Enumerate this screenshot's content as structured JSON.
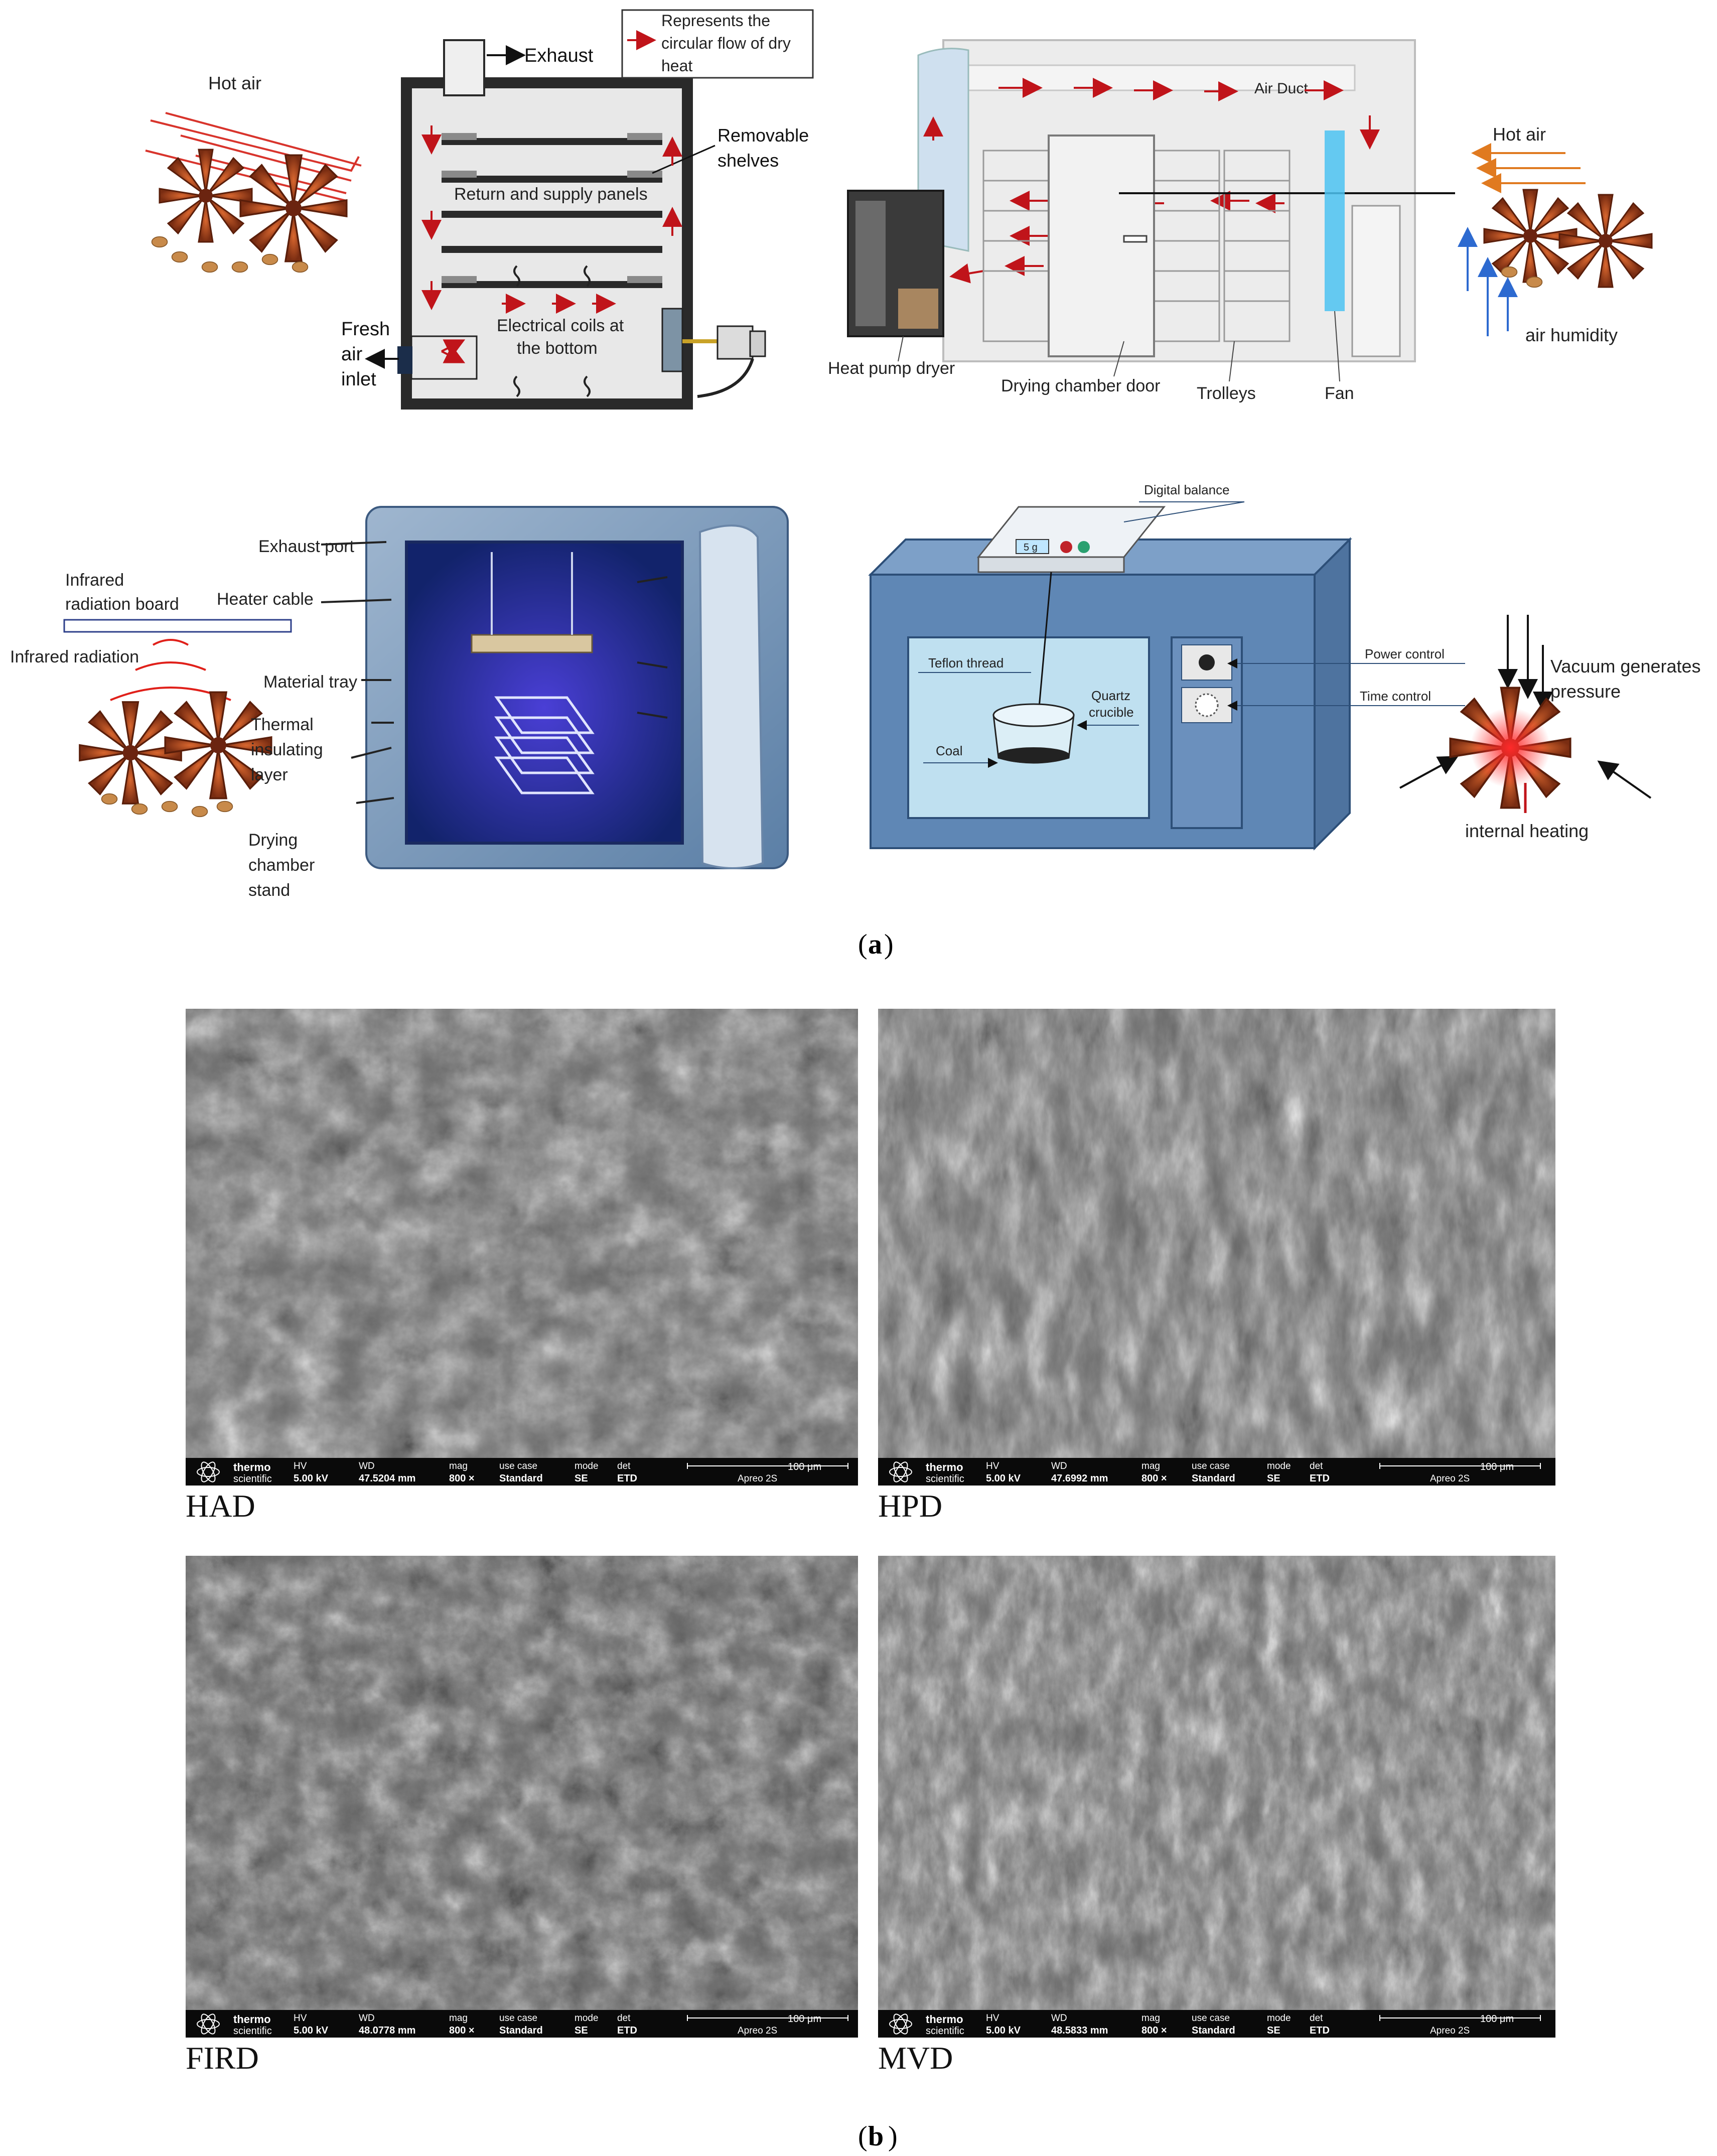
{
  "panel_a": {
    "caption_letter": "a",
    "had_diagram": {
      "labels": {
        "hot_air": "Hot air",
        "exhaust": "Exhaust",
        "legend_line1": "Represents the",
        "legend_line2": "circular flow of dry",
        "legend_line3": "heat",
        "removable_line1": "Removable",
        "removable_line2": "shelves",
        "return_supply": "Return and supply panels",
        "fresh_line1": "Fresh",
        "fresh_line2": "air",
        "fresh_line3": "inlet",
        "coils_line1": "Electrical coils at",
        "coils_line2": "the bottom"
      }
    },
    "hpd_diagram": {
      "labels": {
        "air_duct": "Air Duct",
        "hot_air": "Hot air",
        "air_humidity": "air humidity",
        "heat_pump": "Heat pump dryer",
        "door": "Drying chamber door",
        "trolleys": "Trolleys",
        "fan": "Fan"
      }
    },
    "fird_diagram": {
      "labels": {
        "exhaust_port": "Exhaust port",
        "ir_board_line1": "Infrared",
        "ir_board_line2": "radiation board",
        "heater_cable": "Heater cable",
        "ir_radiation": "Infrared radiation",
        "material_tray": "Material tray",
        "thermal_line1": "Thermal",
        "thermal_line2": "insulating",
        "thermal_line3": "layer",
        "stand_line1": "Drying",
        "stand_line2": "chamber",
        "stand_line3": "stand"
      }
    },
    "mvd_diagram": {
      "labels": {
        "digital_balance": "Digital balance",
        "balance_readout": "5 g",
        "power_control": "Power control",
        "time_control": "Time control",
        "teflon_thread": "Teflon thread",
        "quartz_line1": "Quartz",
        "quartz_line2": "crucible",
        "coal": "Coal",
        "vacuum_line1": "Vacuum generates",
        "vacuum_line2": "pressure",
        "internal_heating": "internal heating"
      }
    }
  },
  "panel_b": {
    "caption_letter": "b",
    "sem_bar": {
      "brand_line1": "thermo",
      "brand_line2": "scientific",
      "hv_label": "HV",
      "hv_value": "5.00 kV",
      "wd_label": "WD",
      "mag_label": "mag",
      "mag_value": "800 ×",
      "usecase_label": "use case",
      "usecase_value": "Standard",
      "mode_label": "mode",
      "mode_value": "SE",
      "det_label": "det",
      "det_value": "ETD",
      "scale_label": "100 μm",
      "instrument": "Apreo 2S"
    },
    "images": [
      {
        "label": "HAD",
        "wd_value": "47.5204 mm"
      },
      {
        "label": "HPD",
        "wd_value": "47.6992 mm"
      },
      {
        "label": "FIRD",
        "wd_value": "48.0778 mm"
      },
      {
        "label": "MVD",
        "wd_value": "48.5833 mm"
      }
    ]
  }
}
